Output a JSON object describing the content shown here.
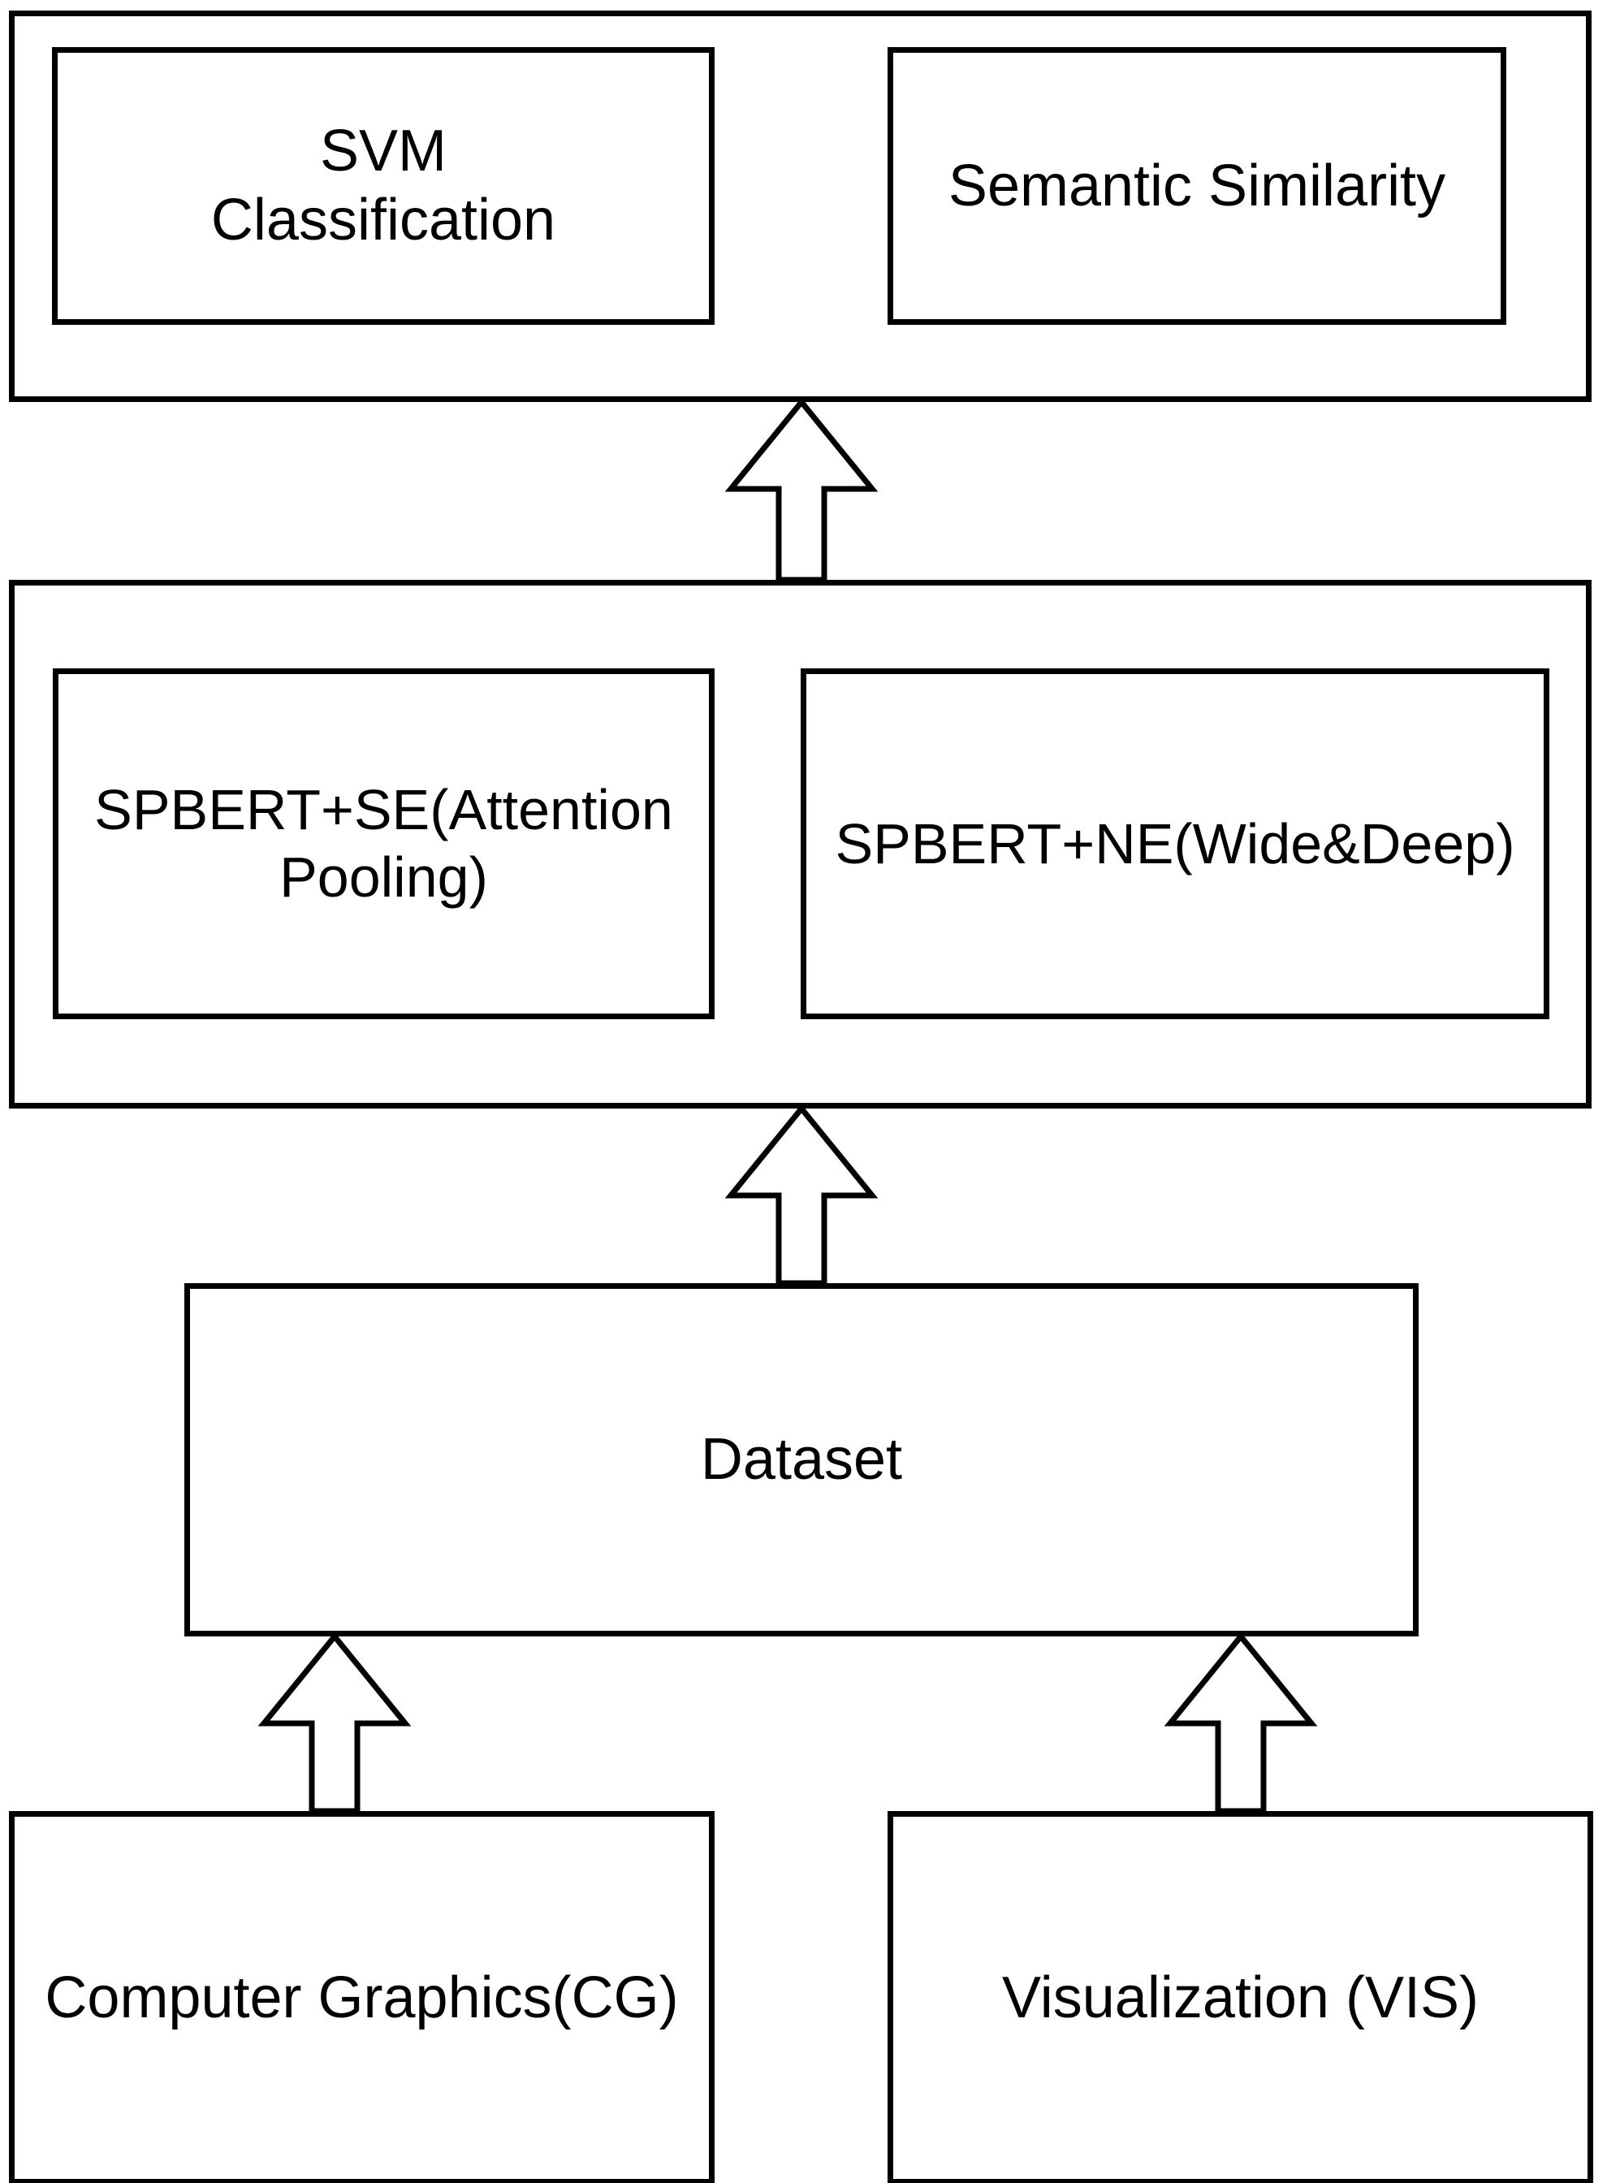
{
  "diagram": {
    "title": "SPBERT Classification and Semantic Similarity Pipeline",
    "background_color": "#ffffff",
    "line_color": "#000000",
    "text_color": "#000000",
    "flow_direction": "bottom-to-top",
    "layers": [
      {
        "id": "output-layer",
        "name": "output-layer",
        "boxes": [
          {
            "id": "svm-classification",
            "label": "SVM\nClassification"
          },
          {
            "id": "semantic-similarity",
            "label": "Semantic Similarity"
          }
        ]
      },
      {
        "id": "model-layer",
        "name": "model-layer",
        "boxes": [
          {
            "id": "spbert-se",
            "label": "SPBERT+SE(Attention Pooling)"
          },
          {
            "id": "spbert-ne",
            "label": "SPBERT+NE(Wide&Deep)"
          }
        ]
      },
      {
        "id": "dataset-layer",
        "name": "dataset-layer",
        "boxes": [
          {
            "id": "dataset",
            "label": "Dataset"
          }
        ]
      },
      {
        "id": "source-layer",
        "name": "source-layer",
        "boxes": [
          {
            "id": "computer-graphics",
            "label": "Computer Graphics(CG)"
          },
          {
            "id": "visualization",
            "label": "Visualization (VIS)"
          }
        ]
      }
    ],
    "arrows": [
      {
        "id": "arrow-model-to-output",
        "from": "model-layer",
        "to": "output-layer",
        "direction": "up",
        "style": "hollow-block-arrow"
      },
      {
        "id": "arrow-dataset-to-model",
        "from": "dataset-layer",
        "to": "model-layer",
        "direction": "up",
        "style": "hollow-block-arrow"
      },
      {
        "id": "arrow-cg-to-dataset",
        "from": "computer-graphics",
        "to": "dataset",
        "direction": "up",
        "style": "hollow-block-arrow"
      },
      {
        "id": "arrow-vis-to-dataset",
        "from": "visualization",
        "to": "dataset",
        "direction": "up",
        "style": "hollow-block-arrow"
      }
    ]
  },
  "labels": {
    "svm_classification": "SVM\nClassification",
    "semantic_similarity": "Semantic Similarity",
    "spbert_se": "SPBERT+SE(Attention Pooling)",
    "spbert_ne": "SPBERT+NE(Wide&Deep)",
    "dataset": "Dataset",
    "computer_graphics": "Computer Graphics(CG)",
    "visualization": "Visualization (VIS)"
  }
}
